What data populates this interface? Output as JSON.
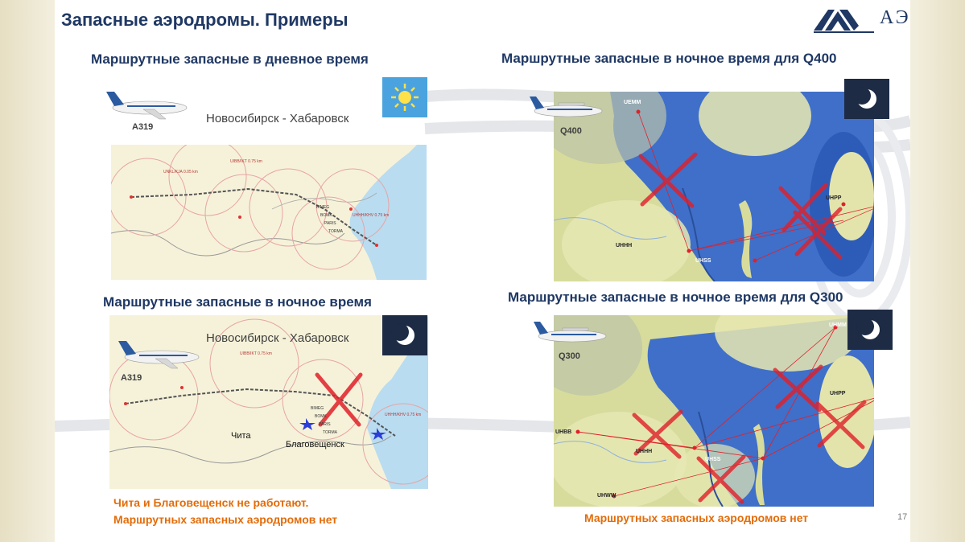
{
  "slide": {
    "title": "Запасные аэродромы. Примеры",
    "logo_text": "АЭВТ",
    "page_number": "17"
  },
  "panels": {
    "day": {
      "heading": "Маршрутные запасные в дневное время",
      "route": "Новосибирск - Хабаровск",
      "aircraft": "A319",
      "icon": "sun-icon"
    },
    "night": {
      "heading": "Маршрутные запасные в ночное время",
      "route": "Новосибирск - Хабаровск",
      "aircraft": "A319",
      "icon": "moon-icon",
      "cities": [
        "Чита",
        "Благовещенск"
      ]
    },
    "night_q400": {
      "heading": "Маршрутные запасные в ночное время для Q400",
      "aircraft": "Q400",
      "icon": "moon-icon",
      "airports": [
        "UEMM",
        "UHHH",
        "UHSS",
        "UHPP"
      ]
    },
    "night_q300": {
      "heading": "Маршрутные запасные в ночное время для Q300",
      "aircraft": "Q300",
      "icon": "moon-icon",
      "airports": [
        "UHMM",
        "UHPP",
        "UHBB",
        "UHHH",
        "UHSS",
        "UHWW"
      ]
    }
  },
  "notes": {
    "left_line1": "Чита и Благовещенск не работают.",
    "left_line2": "Маршрутных запасных аэродромов нет",
    "right": "Маршрутных запасных аэродромов нет"
  },
  "colors": {
    "title": "#1f3864",
    "note": "#e36c09",
    "cross": "#e0202a",
    "night_water": "#3f6fc9",
    "night_land": "#d7dc9c",
    "day_land": "#f6f2d9",
    "sun_bg": "#4aa3df",
    "moon_bg": "#1d2b45"
  }
}
